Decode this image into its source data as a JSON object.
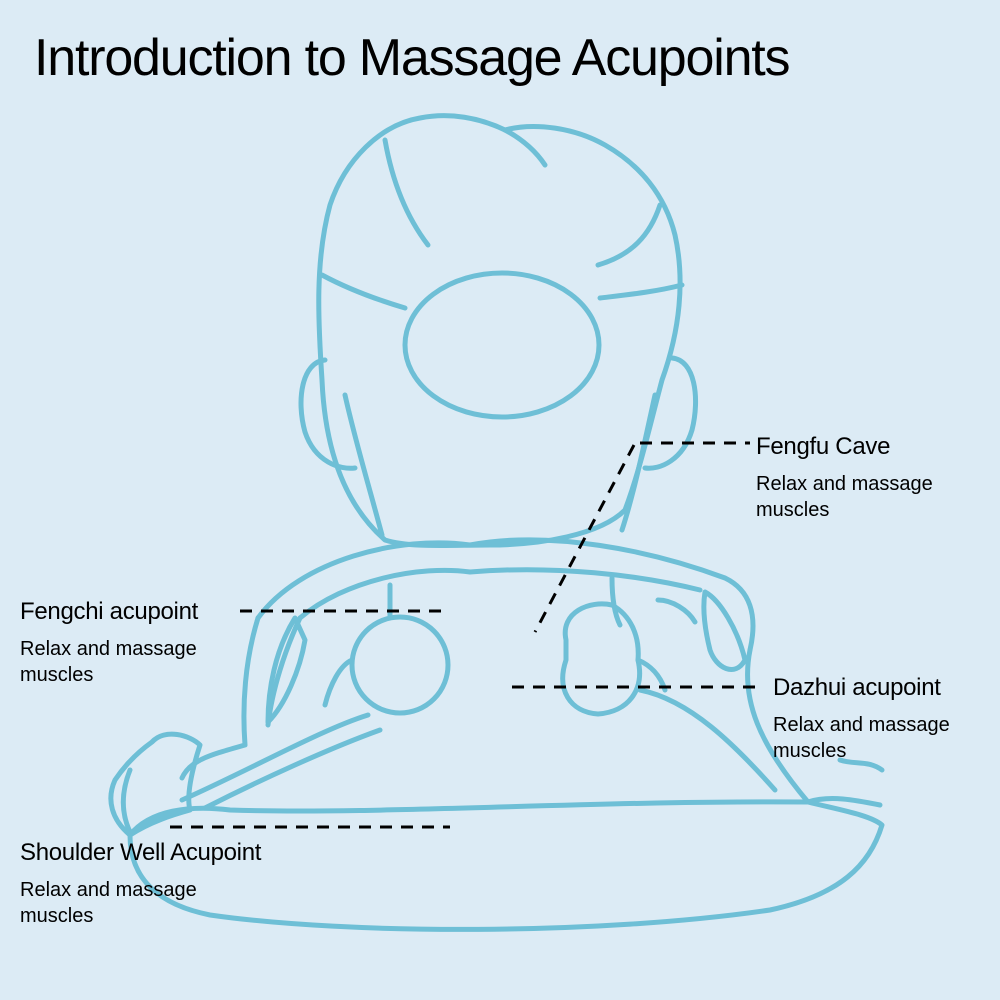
{
  "title": "Introduction to Massage Acupoints",
  "colors": {
    "background": "#dcebf5",
    "outline": "#6ebfd6",
    "text": "#000000"
  },
  "acupoints": [
    {
      "id": "fengfu",
      "name": "Fengfu Cave",
      "description": "Relax and massage muscles"
    },
    {
      "id": "fengchi",
      "name": "Fengchi acupoint",
      "description": "Relax and massage muscles"
    },
    {
      "id": "dazhui",
      "name": "Dazhui acupoint",
      "description": "Relax and massage muscles"
    },
    {
      "id": "shoulder",
      "name": "Shoulder Well Acupoint",
      "description": "Relax and massage muscles"
    }
  ]
}
